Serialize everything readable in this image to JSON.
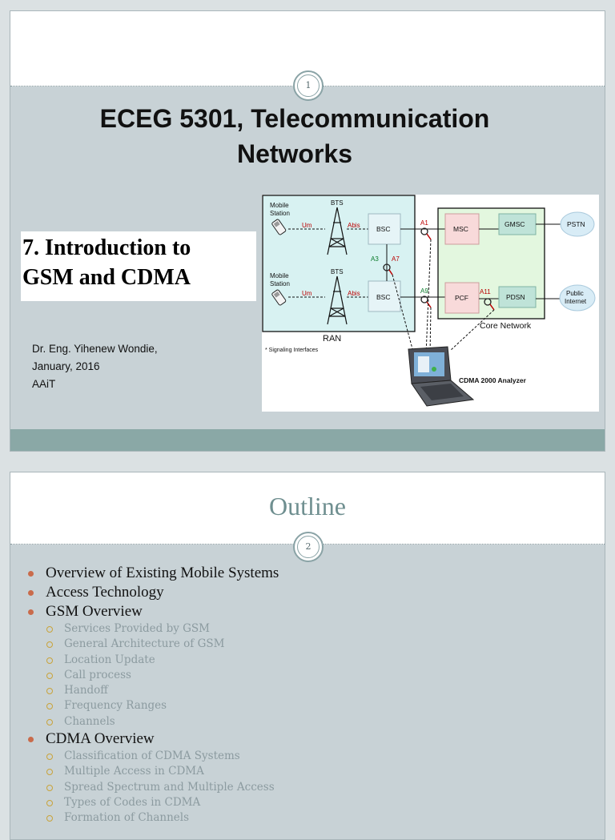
{
  "slide1": {
    "number": "1",
    "title_line1": "ECEG 5301, Telecommunication",
    "title_line2": "Networks",
    "subtitle_line1": "7. Introduction to",
    "subtitle_line2": "GSM and CDMA",
    "author_line1": "Dr. Eng. Yihenew Wondie,",
    "author_line2": "January, 2016",
    "author_line3": "AAiT",
    "diagram": {
      "mobile_station_1": [
        "Mobile",
        "Station"
      ],
      "mobile_station_2": [
        "Mobile",
        "Station"
      ],
      "bts_1": "BTS",
      "bts_2": "BTS",
      "um_1": "Um",
      "um_2": "Um",
      "abis_1": "Abis",
      "abis_2": "Abis",
      "bsc_1": "BSC",
      "bsc_2": "BSC",
      "a3": "A3",
      "a7": "A7",
      "a1": "A1",
      "a9": "A9",
      "a11": "A11",
      "msc": "MSC",
      "gmsc": "GMSC",
      "pcf": "PCF",
      "pdsn": "PDSN",
      "pstn": "PSTN",
      "public_internet": [
        "Public",
        "Internet"
      ],
      "ran": "RAN",
      "core_network": "Core Network",
      "signaling_note": "* Signaling Interfaces",
      "analyzer": "CDMA 2000 Analyzer"
    }
  },
  "slide2": {
    "number": "2",
    "title": "Outline",
    "items": [
      {
        "level": 1,
        "text": "Overview of Existing Mobile Systems"
      },
      {
        "level": 1,
        "text": "Access Technology"
      },
      {
        "level": 1,
        "text": "GSM Overview"
      },
      {
        "level": 2,
        "text": "Services Provided by GSM"
      },
      {
        "level": 2,
        "text": "General Architecture of GSM"
      },
      {
        "level": 2,
        "text": "Location Update"
      },
      {
        "level": 2,
        "text": "Call process"
      },
      {
        "level": 2,
        "text": "Handoff"
      },
      {
        "level": 2,
        "text": "Frequency Ranges"
      },
      {
        "level": 2,
        "text": "Channels"
      },
      {
        "level": 1,
        "text": "CDMA Overview"
      },
      {
        "level": 2,
        "text": "Classification of CDMA Systems"
      },
      {
        "level": 2,
        "text": "Multiple Access in CDMA"
      },
      {
        "level": 2,
        "text": "Spread Spectrum and Multiple Access"
      },
      {
        "level": 2,
        "text": "Types of Codes in CDMA"
      },
      {
        "level": 2,
        "text": "Formation of Channels"
      }
    ]
  }
}
